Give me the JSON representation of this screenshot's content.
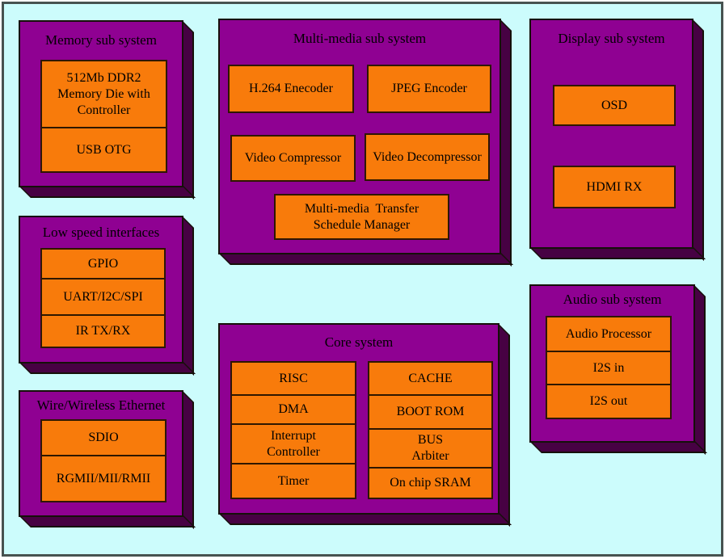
{
  "palette": {
    "background": "#ccfcfc",
    "frame_border": "#475250",
    "box_face": "#8f0192",
    "box_side": "#470143",
    "edge": "#151009",
    "block_fill": "#f87b0b",
    "block_border": "#2e1700",
    "text": "#000000"
  },
  "boxes": {
    "memory": {
      "title": "Memory sub system",
      "blocks": [
        "512Mb DDR2\nMemory Die with\nController",
        "USB OTG"
      ]
    },
    "low_speed": {
      "title": "Low speed interfaces",
      "blocks": [
        "GPIO",
        "UART/I2C/SPI",
        "IR TX/RX"
      ]
    },
    "ethernet": {
      "title": "Wire/Wireless Ethernet",
      "blocks": [
        "SDIO",
        "RGMII/MII/RMII"
      ]
    },
    "multimedia": {
      "title": "Multi-media sub system",
      "blocks": [
        "H.264 Enecoder",
        "JPEG Encoder",
        "Video Compressor",
        "Video Decompressor",
        "Multi-media  Transfer\nSchedule Manager"
      ]
    },
    "core": {
      "title": "Core system",
      "left_blocks": [
        "RISC",
        "DMA",
        "Interrupt\nController",
        "Timer"
      ],
      "right_blocks": [
        "CACHE",
        "BOOT ROM",
        "BUS\nArbiter",
        "On chip SRAM"
      ]
    },
    "display": {
      "title": "Display sub system",
      "blocks": [
        "OSD",
        "HDMI RX"
      ]
    },
    "audio": {
      "title": "Audio sub system",
      "blocks": [
        "Audio Processor",
        "I2S in",
        "I2S out"
      ]
    }
  }
}
